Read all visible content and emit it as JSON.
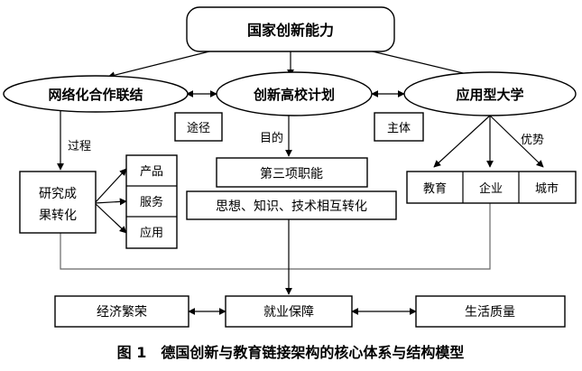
{
  "top_node": "国家创新能力",
  "level2": {
    "network": "网络化合作联结",
    "program": "创新高校计划",
    "university": "应用型大学"
  },
  "edge_labels": {
    "pathway": "途径",
    "subject": "主体",
    "process": "过程",
    "purpose": "目的",
    "advantage": "优势"
  },
  "research_transform": [
    "研究成",
    "果转化"
  ],
  "outputs": [
    "产品",
    "服务",
    "应用"
  ],
  "third_mission": "第三项职能",
  "mutual_transform": "思想、知识、技术相互转化",
  "partners": [
    "教育",
    "企业",
    "城市"
  ],
  "bottom": [
    "经济繁荣",
    "就业保障",
    "生活质量"
  ],
  "caption": "图 1　德国创新与教育链接架构的核心体系与结构模型"
}
